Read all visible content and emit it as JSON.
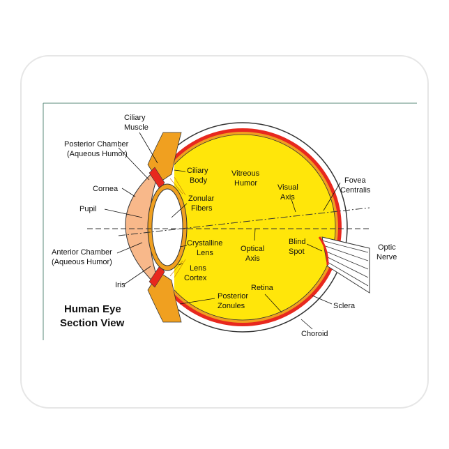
{
  "title": {
    "line1": "Human Eye",
    "line2": "Section View"
  },
  "labels": {
    "ciliary_muscle": [
      "Ciliary",
      "Muscle"
    ],
    "posterior_chamber": [
      "Posterior Chamber",
      "(Aqueous Humor)"
    ],
    "cornea": [
      "Cornea"
    ],
    "pupil": [
      "Pupil"
    ],
    "anterior_chamber": [
      "Anterior Chamber",
      "(Aqueous Humor)"
    ],
    "iris": [
      "Iris"
    ],
    "ciliary_body": [
      "Ciliary",
      "Body"
    ],
    "zonular_fibers": [
      "Zonular",
      "Fibers"
    ],
    "vitreous_humor": [
      "Vitreous",
      "Humor"
    ],
    "visual_axis": [
      "Visual",
      "Axis"
    ],
    "fovea_centralis": [
      "Fovea",
      "Centralis"
    ],
    "crystalline_lens": [
      "Crystalline",
      "Lens"
    ],
    "optical_axis": [
      "Optical",
      "Axis"
    ],
    "blind_spot": [
      "Blind",
      "Spot"
    ],
    "optic_nerve": [
      "Optic",
      "Nerve"
    ],
    "lens_cortex": [
      "Lens",
      "Cortex"
    ],
    "posterior_zonules": [
      "Posterior",
      "Zonules"
    ],
    "retina": [
      "Retina"
    ],
    "sclera": [
      "Sclera"
    ],
    "choroid": [
      "Choroid"
    ]
  },
  "colors": {
    "mousepad_background": "#ffffff",
    "frame_line": "#5a8a7a",
    "vitreous": "#ffe60a",
    "choroid": "#e8281e",
    "sclera_ring": "#f0a020",
    "cornea": "#f8b88a",
    "lens": "#ffffff",
    "text": "#111111"
  }
}
